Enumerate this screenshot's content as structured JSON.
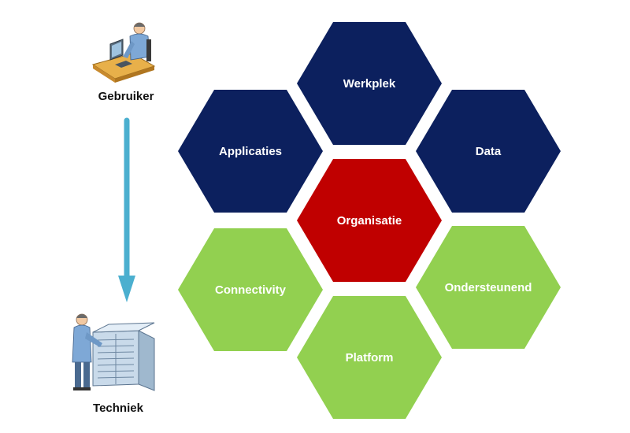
{
  "user": {
    "label": "Gebruiker",
    "icon": "user-at-workstation-icon"
  },
  "tech": {
    "label": "Techniek",
    "icon": "technician-server-rack-icon"
  },
  "arrow": {
    "color": "#4BAFCF"
  },
  "colors": {
    "navy": "#0C205E",
    "red": "#C00000",
    "green": "#92D050"
  },
  "hexagons": {
    "werkplek": "Werkplek",
    "applicaties": "Applicaties",
    "data": "Data",
    "organisatie": "Organisatie",
    "connectivity": "Connectivity",
    "ondersteunend": "Ondersteunend",
    "platform": "Platform"
  }
}
